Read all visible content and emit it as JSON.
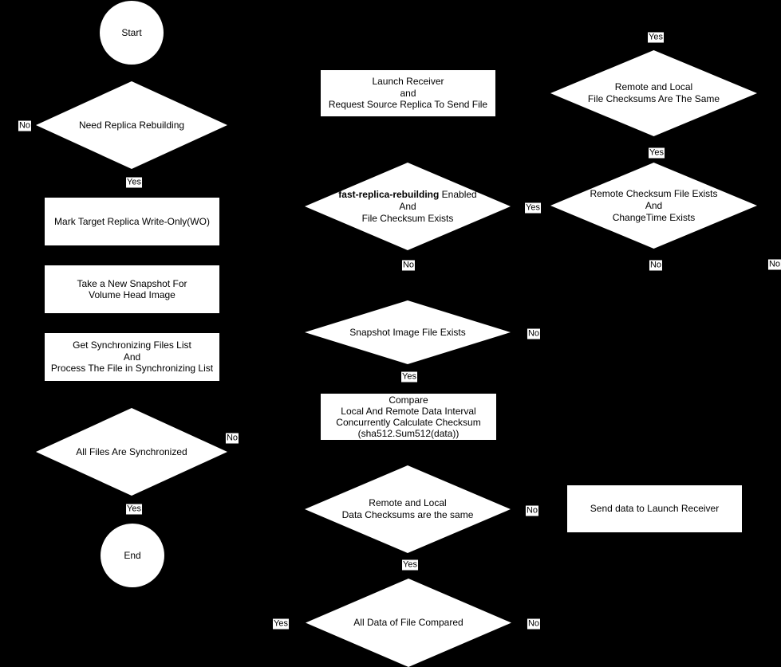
{
  "diagram": {
    "colors": {
      "background": "#000000",
      "node_fill": "#ffffff",
      "node_text": "#000000"
    },
    "nodes": {
      "start": {
        "type": "circle",
        "label": "Start"
      },
      "need_replica_rebuilding": {
        "type": "decision",
        "lines": [
          "Need Replica Rebuilding"
        ]
      },
      "mark_target": {
        "type": "process",
        "lines": [
          "Mark Target Replica Write-Only(WO)"
        ]
      },
      "take_snapshot": {
        "type": "process",
        "lines": [
          "Take a New Snapshot For",
          "Volume Head Image"
        ]
      },
      "get_sync_list": {
        "type": "process",
        "lines": [
          "Get Synchronizing Files List",
          "And",
          "Process The File in Synchronizing List"
        ]
      },
      "all_files_synced": {
        "type": "decision",
        "lines": [
          "All Files Are Synchronized"
        ]
      },
      "end": {
        "type": "circle",
        "label": "End"
      },
      "launch_receiver": {
        "type": "process",
        "lines": [
          "Launch Receiver",
          "and",
          "Request Source Replica To Send File"
        ]
      },
      "fast_replica": {
        "type": "decision",
        "line1_bold": "fast-replica-rebuilding",
        "line1_rest": " Enabled",
        "lines": [
          "And",
          "File Checksum Exists"
        ]
      },
      "snapshot_exists": {
        "type": "decision",
        "lines": [
          "Snapshot Image File Exists"
        ]
      },
      "compare": {
        "type": "process",
        "lines": [
          "Compare",
          "Local And Remote Data Interval",
          "Concurrently Calculate Checksum",
          "(sha512.Sum512(data))"
        ]
      },
      "data_checksums_same": {
        "type": "decision",
        "lines": [
          "Remote and Local",
          "Data Checksums are the same"
        ]
      },
      "all_data_compared": {
        "type": "decision",
        "lines": [
          "All Data of File Compared"
        ]
      },
      "file_checksums_same": {
        "type": "decision",
        "lines": [
          "Remote and Local",
          "File Checksums Are The Same"
        ]
      },
      "remote_checksum_exists": {
        "type": "decision",
        "lines": [
          "Remote Checksum File Exists",
          "And",
          "ChangeTime Exists"
        ]
      },
      "send_data": {
        "type": "process",
        "lines": [
          "Send data to Launch Receiver"
        ]
      }
    },
    "labels": {
      "yes": "Yes",
      "no": "No"
    }
  }
}
